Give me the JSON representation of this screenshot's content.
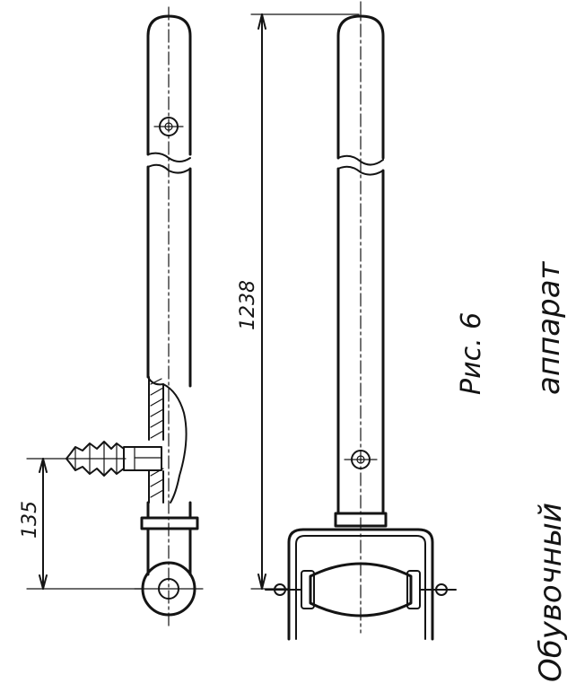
{
  "drawing": {
    "dimension_length": "1238",
    "dimension_height": "135",
    "figure_label": "Рис. 6",
    "caption_word1": "Обувочный",
    "caption_word2": "аппарат"
  },
  "colors": {
    "ink": "#141414",
    "paper": "#ffffff"
  }
}
